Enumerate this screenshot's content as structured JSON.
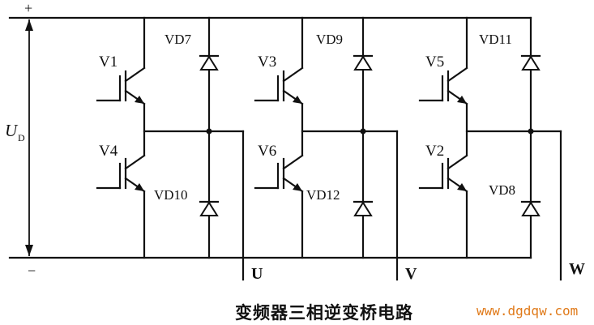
{
  "supply": {
    "plus": "+",
    "minus": "−",
    "label_main": "U",
    "label_sub": "D"
  },
  "transistors": {
    "t1": "V1",
    "t3": "V3",
    "t5": "V5",
    "t4": "V4",
    "t6": "V6",
    "t2": "V2"
  },
  "diodes": {
    "d7": "VD7",
    "d9": "VD9",
    "d11": "VD11",
    "d10": "VD10",
    "d12": "VD12",
    "d8": "VD8"
  },
  "outputs": {
    "u": "U",
    "v": "V",
    "w": "W"
  },
  "caption": "变频器三相逆变桥电路",
  "watermark": "www.dgdqw.com"
}
